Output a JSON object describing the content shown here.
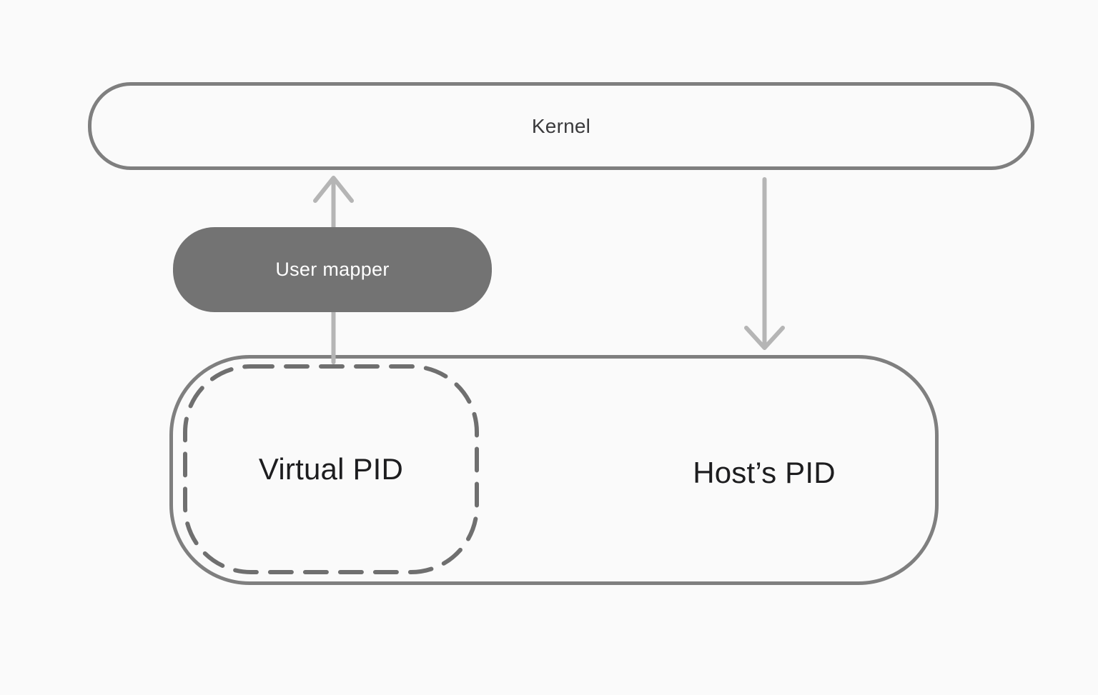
{
  "diagram": {
    "title_context": "PID namespace mapping diagram",
    "kernel": {
      "label": "Kernel"
    },
    "user_mapper": {
      "label": "User mapper",
      "fill_color": "#737373",
      "text_color": "#ffffff"
    },
    "pid_container": {
      "virtual_pid_label": "Virtual PID",
      "host_pid_label": "Host’s PID",
      "virtual_pid_border_style": "dashed"
    },
    "arrows": [
      {
        "name": "user-mapper-to-kernel",
        "direction": "up"
      },
      {
        "name": "kernel-to-host-pid",
        "direction": "down"
      }
    ],
    "colors": {
      "background": "#fafafa",
      "solid_border": "#7f7f7f",
      "dashed_border": "#6f6f6f",
      "arrow": "#b5b5b5",
      "label_dark": "#1d1d1f",
      "kernel_text": "#3a3a3c"
    }
  }
}
